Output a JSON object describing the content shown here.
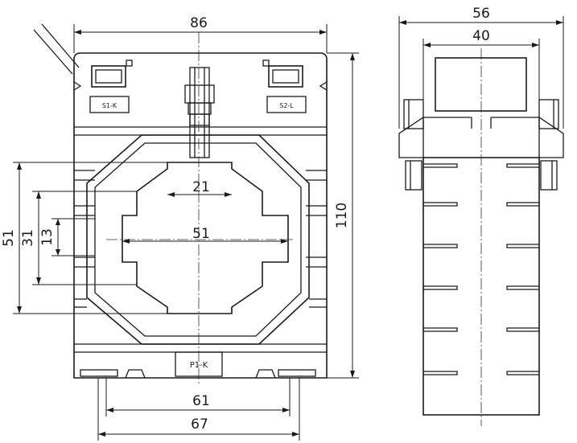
{
  "front_view": {
    "dimensions": {
      "width_top": "86",
      "height_right": "110",
      "window_top": "21",
      "window_mid": "51",
      "window_left_outer": "51",
      "window_left_mid": "31",
      "window_left_inner": "13",
      "base_inner": "61",
      "base_outer": "67"
    },
    "labels": {
      "terminal_left": "S1-K",
      "terminal_right": "S2-L",
      "primary": "P1-K"
    }
  },
  "side_view": {
    "dimensions": {
      "width_outer": "56",
      "width_inner": "40"
    }
  }
}
